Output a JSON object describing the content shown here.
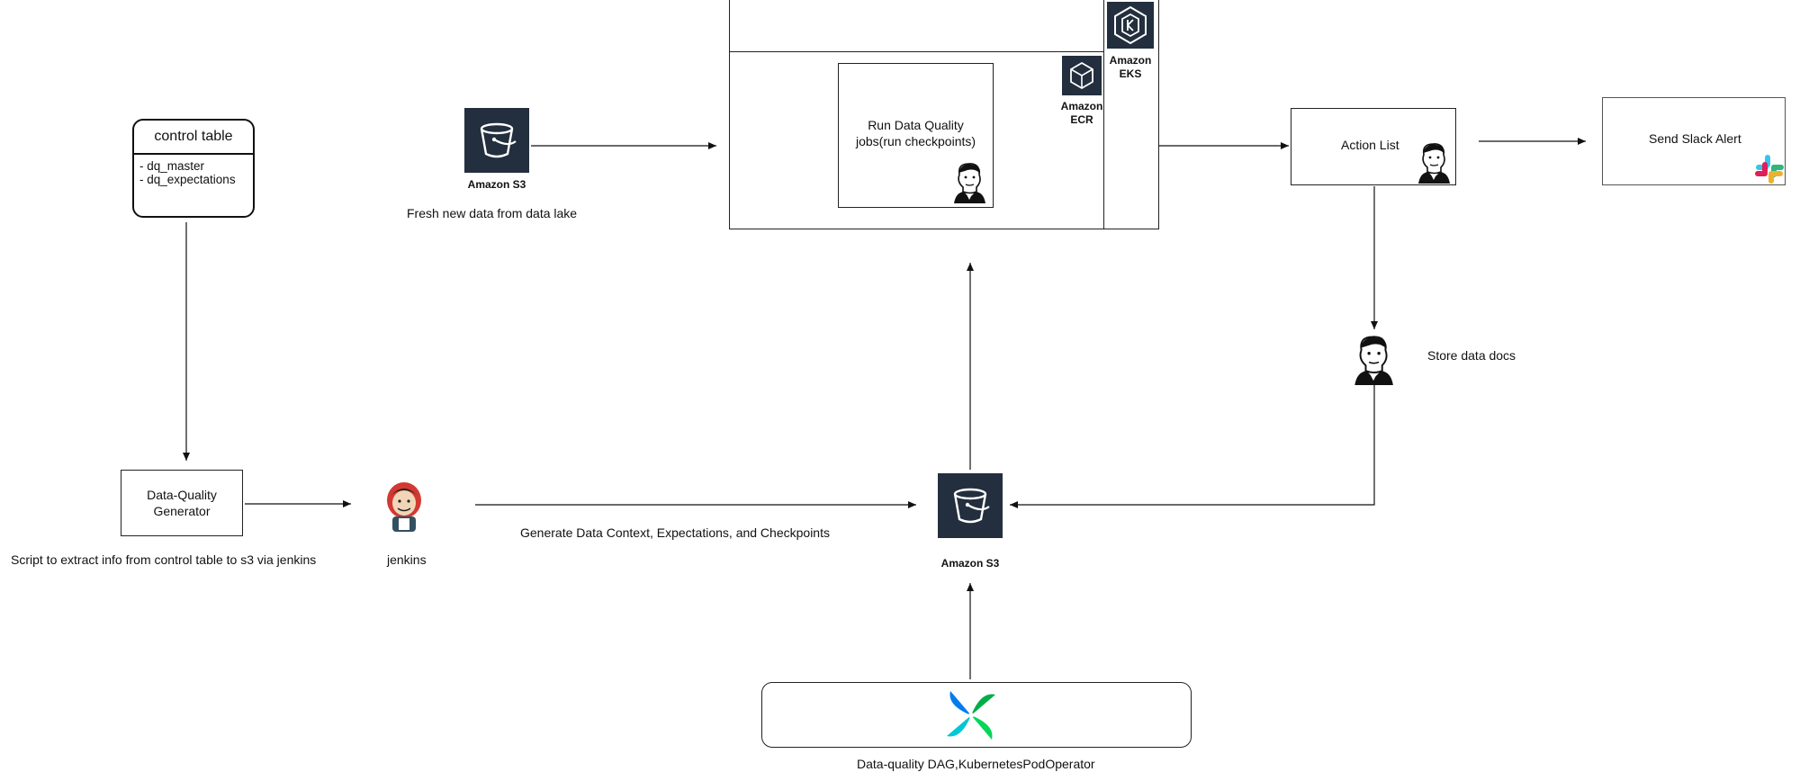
{
  "control_table": {
    "title": "control table",
    "items": [
      "- dq_master",
      "- dq_expectations"
    ]
  },
  "generator": {
    "label_line1": "Data-Quality",
    "label_line2": "Generator",
    "caption": "Script to extract info from control table to s3 via jenkins"
  },
  "jenkins": {
    "caption": "jenkins"
  },
  "s3_top": {
    "service": "Amazon S3",
    "caption": "Fresh new data from data lake"
  },
  "s3_bottom": {
    "service": "Amazon S3"
  },
  "generate_caption": "Generate Data Context, Expectations, and Checkpoints",
  "run_job": {
    "line1": "Run Data Quality",
    "line2": "jobs(run checkpoints)"
  },
  "ecr": {
    "line1": "Amazon",
    "line2": "ECR"
  },
  "eks": {
    "line1": "Amazon",
    "line2": "EKS"
  },
  "action_list": {
    "label": "Action List"
  },
  "slack_alert": {
    "label": "Send Slack Alert"
  },
  "store_docs": {
    "caption": "Store data docs"
  },
  "airflow": {
    "caption": "Data-quality DAG,KubernetesPodOperator"
  },
  "colors": {
    "aws_tile": "#232f3e",
    "airflow_blue": "#017cee",
    "airflow_teal": "#00ad46",
    "jenkins_red": "#d33833",
    "slack_red": "#e01e5a",
    "slack_green": "#2eb67d",
    "slack_blue": "#36c5f0",
    "slack_yellow": "#ecb22e"
  }
}
